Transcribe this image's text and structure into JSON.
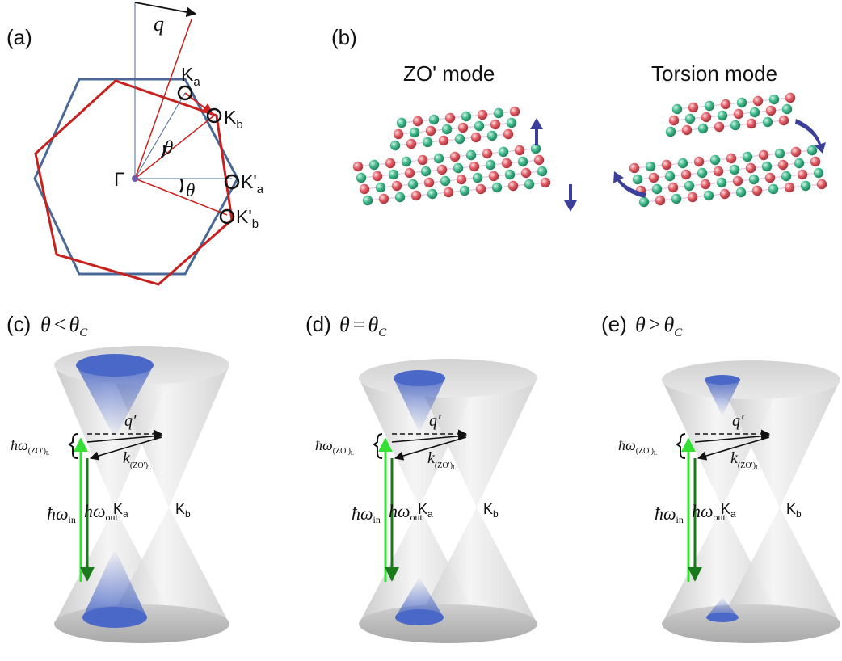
{
  "panel_labels": {
    "a": "(a)",
    "b": "(b)",
    "c": "(c)",
    "d": "(d)",
    "e": "(e)"
  },
  "panel_a": {
    "q": "q",
    "gamma": "Γ",
    "theta": "θ",
    "Ka": {
      "base": "K",
      "sub": "a"
    },
    "Kb": {
      "base": "K",
      "sub": "b"
    },
    "Kpa": {
      "base": "K'",
      "sub": "a"
    },
    "Kpb": {
      "base": "K'",
      "sub": "b"
    },
    "colors": {
      "hexagon_blue": "#4a6896",
      "hexagon_red": "#c8201c",
      "arrow_red": "#d02020"
    }
  },
  "panel_b": {
    "modes": [
      "ZO' mode",
      "Torsion mode"
    ],
    "colors": {
      "atom_green": "#3db88a",
      "atom_red": "#e05a62",
      "arrow": "#3b3f9a"
    }
  },
  "cone_panels": [
    {
      "condition": {
        "theta": "θ",
        "rel": "<",
        "thetac": "θ",
        "sub": "C"
      }
    },
    {
      "condition": {
        "theta": "θ",
        "rel": "=",
        "thetac": "θ",
        "sub": "C"
      }
    },
    {
      "condition": {
        "theta": "θ",
        "rel": ">",
        "thetac": "θ",
        "sub": "C"
      }
    }
  ],
  "cone_labels": {
    "q_prime": "q′",
    "hbar_w": "ħω",
    "zo_sub": "(ZO′)",
    "zo_subsub": "L",
    "k": "k",
    "out": "out",
    "in": "in",
    "Ka": {
      "base": "K",
      "sub": "a"
    },
    "Kb": {
      "base": "K",
      "sub": "b"
    }
  },
  "colors": {
    "in_arrow": "#33e033",
    "out_arrow": "#1a7a1a",
    "fermi_blue": "#4a68c8",
    "cone_gray": "#d8d8d8"
  }
}
